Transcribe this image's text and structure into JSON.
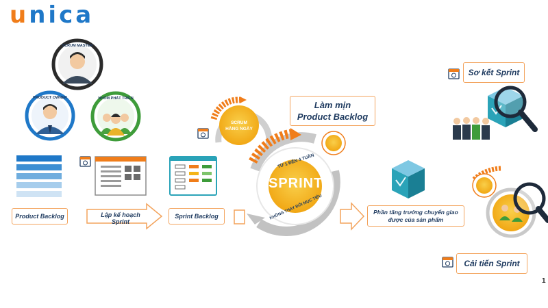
{
  "brand": {
    "logo_first": "u",
    "logo_rest": "nica"
  },
  "roles": {
    "scrum_master": "SCRUM MASTER",
    "product_owner": "PRODUCT OWNER",
    "team": "NHÓM PHÁT TRIỂN"
  },
  "steps": {
    "product_backlog": "Product Backlog",
    "sprint_planning": "Lập kế hoạch Sprint",
    "sprint_backlog": "Sprint Backlog",
    "increment_line1": "Phần tăng trưởng chuyển giao",
    "increment_line2": "được của sản phẩm"
  },
  "cycle": {
    "daily_line1": "SCRUM",
    "daily_line2": "HÀNG NGÀY",
    "sprint": "SPRINT",
    "duration": "TỪ 1 ĐẾN 4 TUẦN",
    "no_goal_change": "KHÔNG THAY ĐỔI MỤC TIÊU"
  },
  "refinement": {
    "line1": "Làm mịn",
    "line2": "Product Backlog"
  },
  "review": "Sơ kết Sprint",
  "retrospective": "Cải tiến Sprint",
  "page_number": "1",
  "colors": {
    "navy": "#1e3a5f",
    "orange": "#f07d1a",
    "yellow": "#f4b417",
    "teal": "#2aa3b8",
    "blue": "#1f78c8",
    "gray": "#b9b9b9",
    "green": "#3e9c3a"
  }
}
